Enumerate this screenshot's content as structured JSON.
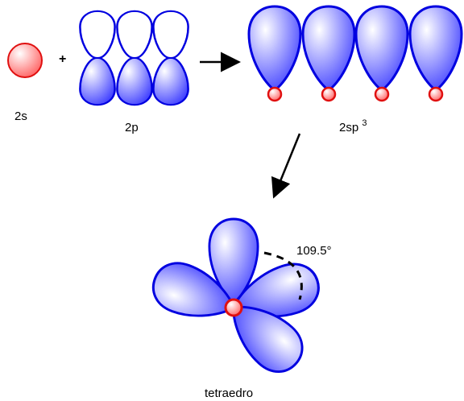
{
  "labels": {
    "s_orbital": "2s",
    "plus": "+",
    "p_orbitals": "2p",
    "sp3_base": "2sp",
    "sp3_sup": "3",
    "angle": "109.5°",
    "geometry": "tetraedro"
  },
  "colors": {
    "lobe_blue": "#0000e0",
    "lobe_fill_light": "#ffffff",
    "lobe_fill_dark": "#3535ff",
    "s_red": "#e01010",
    "s_fill_light": "#ffffff",
    "s_fill_dark": "#ff5a5a",
    "arrow": "#000000"
  }
}
